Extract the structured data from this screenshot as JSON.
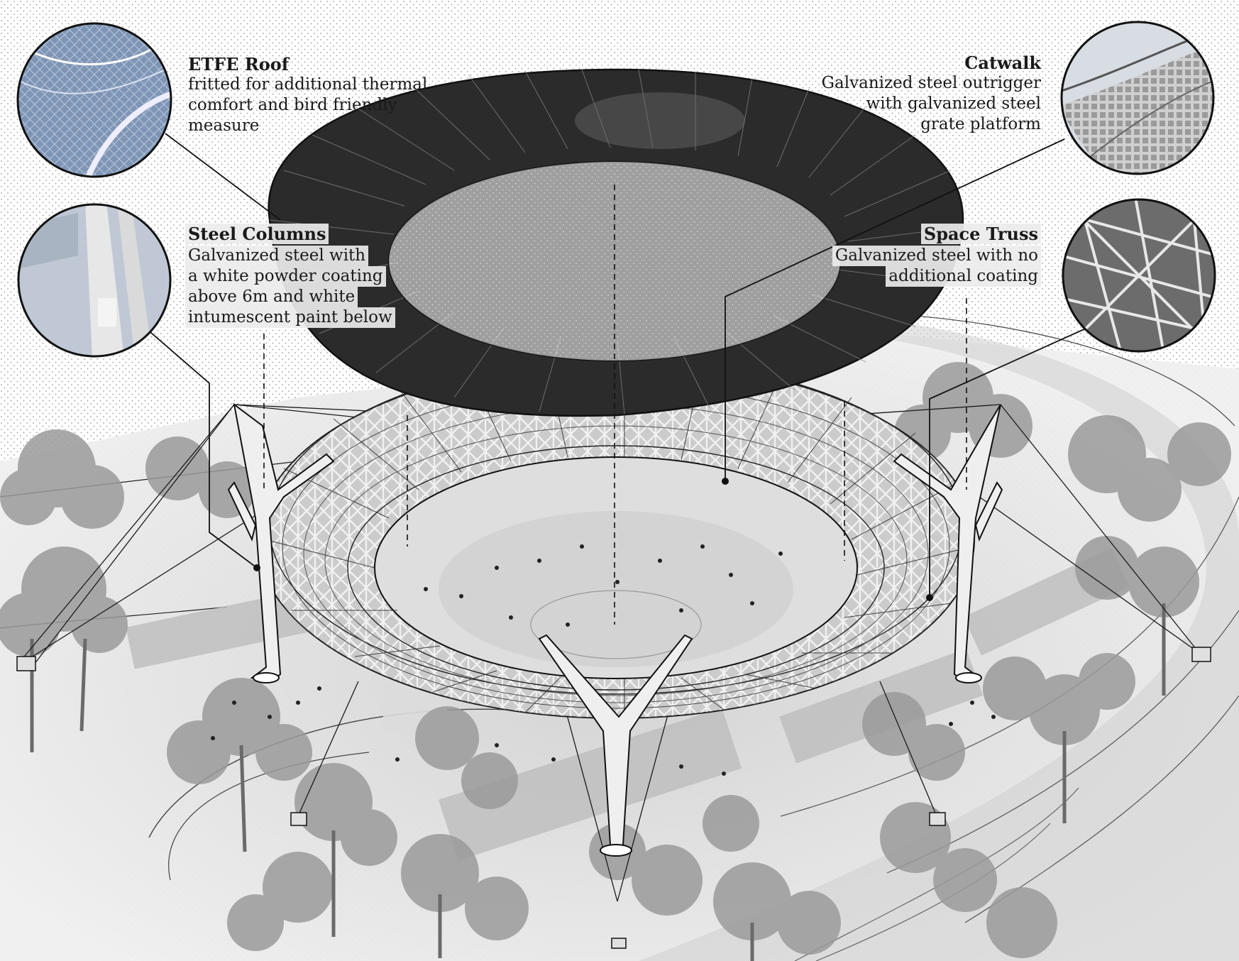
{
  "callouts": {
    "etfe_roof": {
      "title": "ETFE Roof",
      "lines": [
        "fritted for additional thermal",
        "comfort and bird friendly",
        "measure"
      ]
    },
    "catwalk": {
      "title": "Catwalk",
      "lines": [
        "Galvanized steel outrigger",
        "with galvanized steel",
        "grate platform"
      ]
    },
    "steel_columns": {
      "title": "Steel Columns",
      "lines": [
        "Galvanized steel with",
        "a white powder coating",
        "above 6m and white",
        "intumescent paint below"
      ]
    },
    "space_truss": {
      "title": "Space Truss",
      "lines": [
        "Galvanized steel with no",
        "additional coating"
      ]
    }
  },
  "colors": {
    "roof": "#2b2b2b",
    "roof_stripe": "#8a8a8a",
    "truss": "#f4f4f4",
    "tree": "#9a9a9a",
    "ground": "#e9e9e9",
    "stipple": "#9d9d9d",
    "ink": "#111111"
  },
  "icons": {
    "etfe_roof_detail": "etfe-roof-photo",
    "steel_columns_detail": "steel-column-photo",
    "catwalk_detail": "catwalk-photo",
    "space_truss_detail": "space-truss-photo"
  }
}
